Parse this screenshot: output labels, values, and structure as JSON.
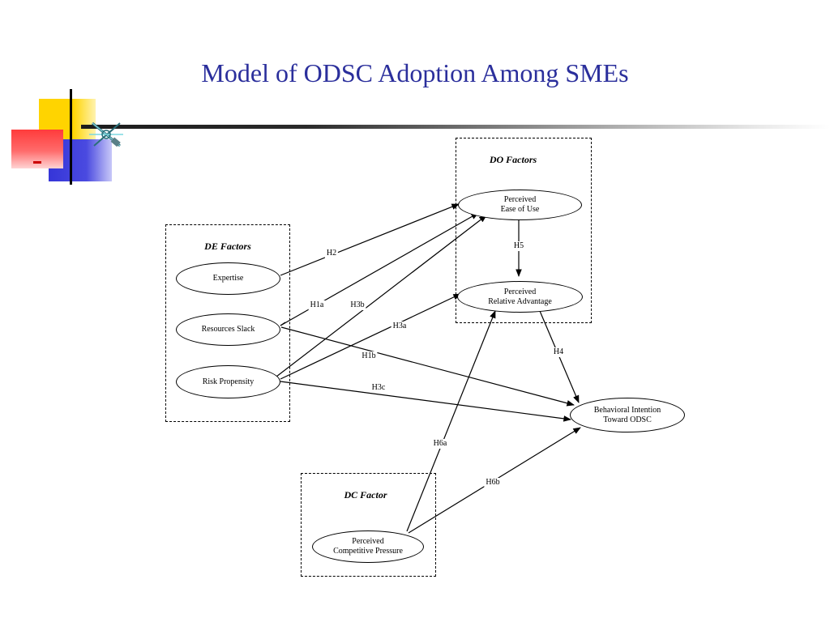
{
  "slide": {
    "title": "Model of ODSC Adoption Among SMEs"
  },
  "groups": {
    "de": {
      "label": "DE Factors"
    },
    "do": {
      "label": "DO Factors"
    },
    "dc": {
      "label": "DC Factor"
    }
  },
  "nodes": {
    "expertise": {
      "label": "Expertise"
    },
    "resources_slack": {
      "label": "Resources Slack"
    },
    "risk_propensity": {
      "label": "Risk Propensity"
    },
    "ease_of_use": {
      "label": "Perceived\nEase of Use"
    },
    "relative_advantage": {
      "label": "Perceived\nRelative Advantage"
    },
    "competitive_pressure": {
      "label": "Perceived\nCompetitive Pressure"
    },
    "behavioral_intention": {
      "label": "Behavioral Intention\nToward ODSC"
    }
  },
  "edges": {
    "h2": {
      "label": "H2"
    },
    "h1a": {
      "label": "H1a"
    },
    "h3b": {
      "label": "H3b"
    },
    "h3a": {
      "label": "H3a"
    },
    "h1b": {
      "label": "H1b"
    },
    "h3c": {
      "label": "H3c"
    },
    "h5": {
      "label": "H5"
    },
    "h4": {
      "label": "H4"
    },
    "h6a": {
      "label": "H6a"
    },
    "h6b": {
      "label": "H6b"
    }
  }
}
